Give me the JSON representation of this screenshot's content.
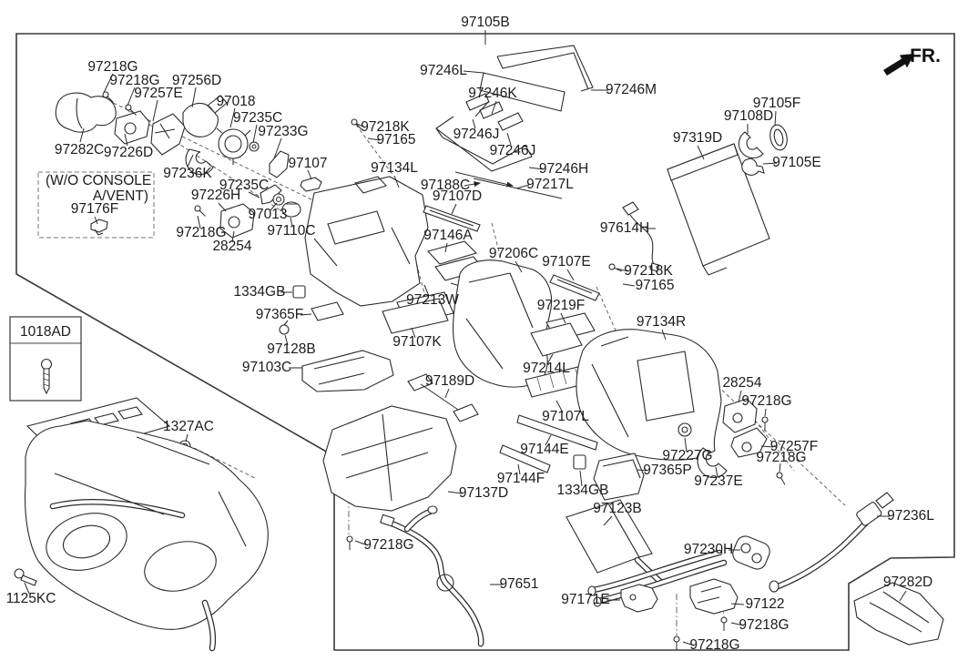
{
  "diagram": {
    "fr_indicator": "FR.",
    "console_box": {
      "line1": "(W/O CONSOLE",
      "line2": "A/VENT)"
    },
    "labels": [
      "97105B",
      "97218G",
      "97218G",
      "97257E",
      "97256D",
      "97018",
      "97235C",
      "97233G",
      "97282C",
      "97226D",
      "97236K",
      "97107",
      "97246L",
      "97246K",
      "97246M",
      "97246J",
      "97246J",
      "97246H",
      "97218K",
      "97165",
      "97134L",
      "97188C",
      "97107D",
      "97217L",
      "97319D",
      "97105F",
      "97108D",
      "97105E",
      "97176F",
      "97235C",
      "97226H",
      "97013",
      "97218G",
      "97110C",
      "28254",
      "97146A",
      "97206C",
      "97107E",
      "97614H",
      "97218K",
      "97165",
      "1334GB",
      "97365F",
      "97213W",
      "97219F",
      "97134R",
      "97128B",
      "97103C",
      "97107K",
      "97214L",
      "97189D",
      "97107L",
      "28254",
      "97218G",
      "1327AC",
      "97144E",
      "97257F",
      "97227G",
      "97218G",
      "97365P",
      "97237E",
      "97144F",
      "1334GB",
      "97137D",
      "97123B",
      "97218G",
      "97236L",
      "97230H",
      "97651",
      "97171E",
      "1125KC",
      "97122",
      "97282D",
      "97218G",
      "97218G",
      "FR.",
      "(W/O CONSOLE",
      "A/VENT)",
      "1018AD"
    ]
  }
}
